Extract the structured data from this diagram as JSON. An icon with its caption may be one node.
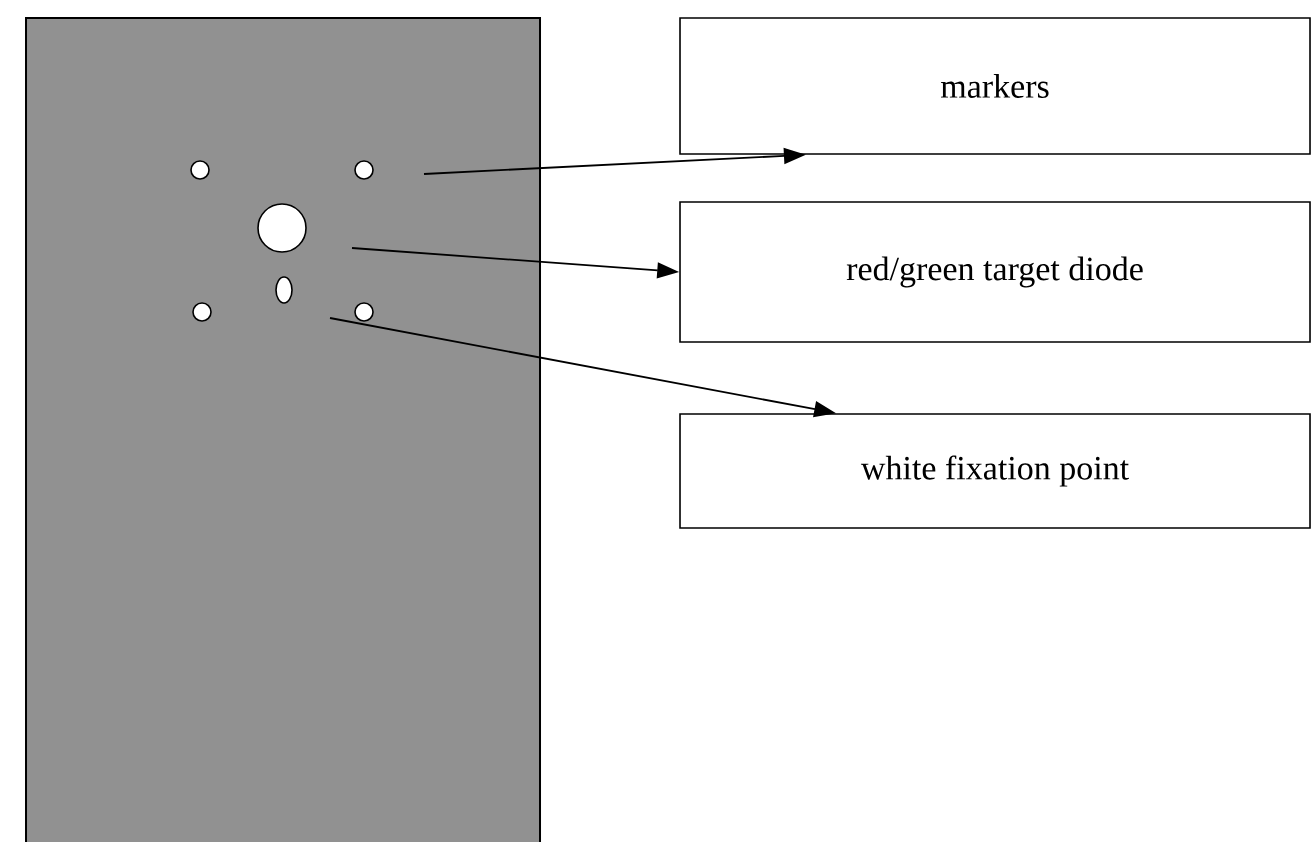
{
  "diagram": {
    "nodes": [
      {
        "text": [
          "markers"
        ]
      },
      {
        "text": [
          "red/green target diode"
        ]
      },
      {
        "text": [
          "white fixation point"
        ]
      }
    ],
    "edges": [
      {
        "from": null,
        "to": 0,
        "arrow": "to"
      },
      {
        "from": null,
        "to": 1,
        "arrow": "to"
      },
      {
        "from": null,
        "to": 2,
        "arrow": "to"
      }
    ]
  }
}
